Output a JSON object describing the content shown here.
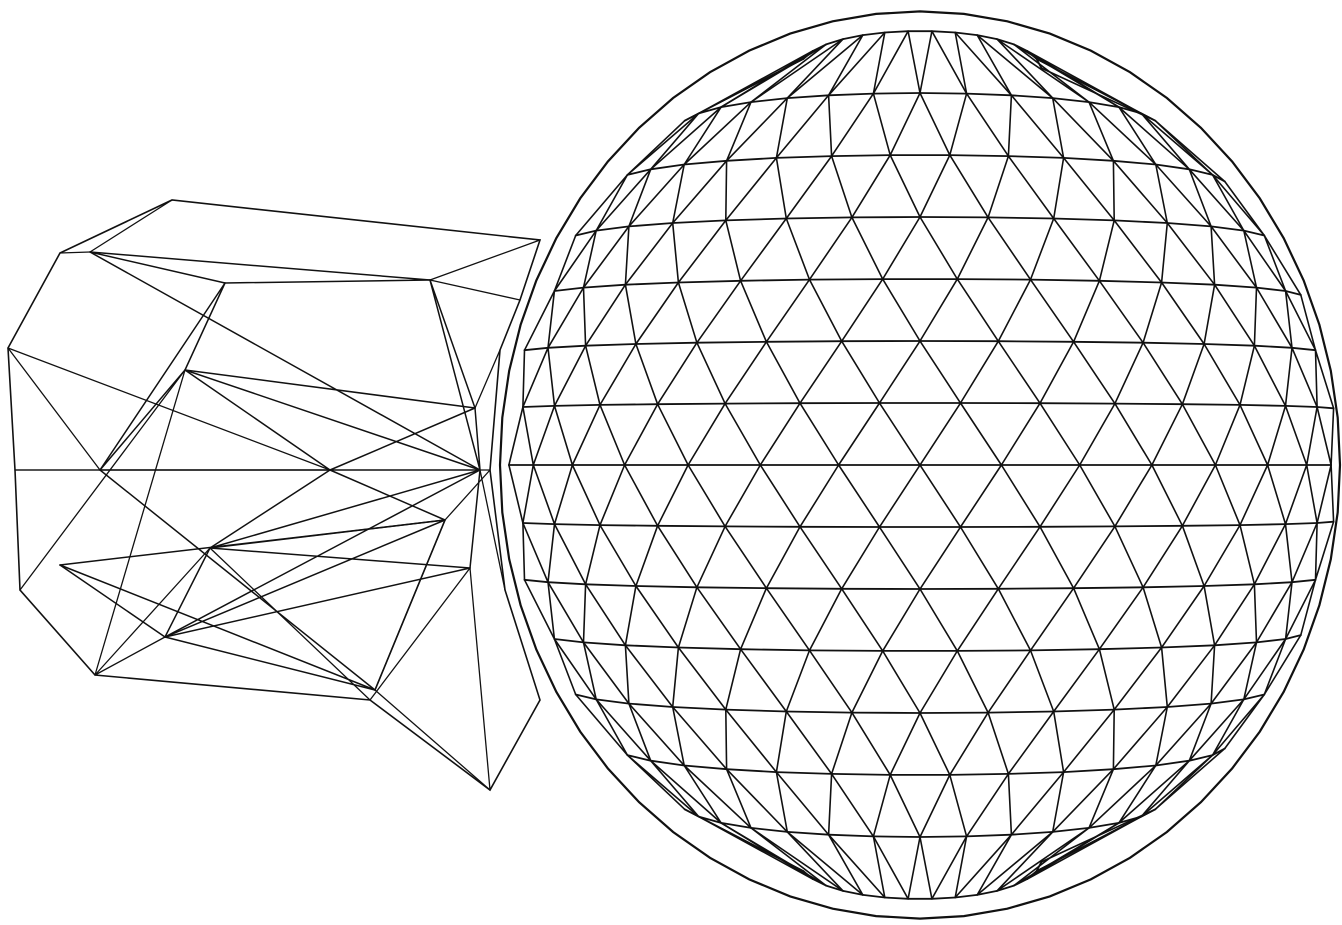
{
  "figure": {
    "kind": "triangulated wireframe mesh",
    "parts": [
      "spherical-cap-mesh",
      "protruding-stem-mesh"
    ],
    "colors": {
      "background": "#ffffff",
      "stroke": "#111111"
    }
  }
}
